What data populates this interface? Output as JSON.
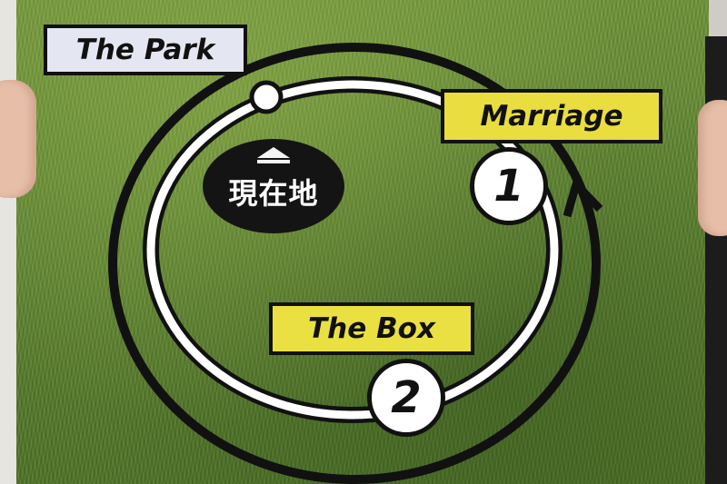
{
  "labels": {
    "park": "The Park",
    "marriage": "Marriage",
    "box": "The Box"
  },
  "current_location": "現在地",
  "stops": {
    "one": "1",
    "two": "2"
  },
  "colors": {
    "grass": "#5f8530",
    "label_yellow": "#e9dd3f",
    "label_lavender": "#e4e7f2",
    "outline": "#111111",
    "path_white": "#ffffff"
  }
}
